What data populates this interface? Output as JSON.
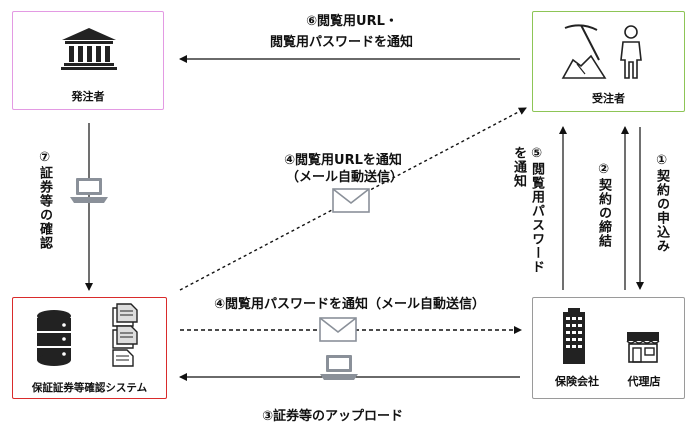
{
  "nodes": {
    "orderer": {
      "label": "発注者",
      "border_color": "#e39ae3"
    },
    "contractor": {
      "label": "受注者",
      "border_color": "#8dc556"
    },
    "system": {
      "label": "保証証券等確認システム",
      "border_color": "#d92b2b"
    },
    "insurer": {
      "label": "保険会社",
      "border_color": "#9a9a9a"
    },
    "agent": {
      "label": "代理店"
    }
  },
  "steps": {
    "step1": "①契約の申込み",
    "step2": "②契約の締結",
    "step3": "③証券等のアップロード",
    "step4_url_line1": "④閲覧用URLを通知",
    "step4_url_line2": "（メール自動送信）",
    "step4_pw": "④閲覧用パスワードを通知（メール自動送信）",
    "step5_line1": "⑤閲覧用パスワード",
    "step5_line2": "を通知",
    "step6_line1": "⑥閲覧用URL・",
    "step6_line2": "閲覧用パスワードを通知",
    "step7": "⑦証券等の確認"
  },
  "icons": {
    "bank": "bank-building-icon",
    "worker": "worker-with-pickaxe-icon",
    "database": "database-icon",
    "documents": "document-stack-icon",
    "office": "office-building-icon",
    "shop": "shop-storefront-icon",
    "laptop": "laptop-icon",
    "mail": "mail-envelope-icon"
  },
  "colors": {
    "arrow": "#111111",
    "icon": "#222222",
    "laptop": "#8a9099"
  }
}
